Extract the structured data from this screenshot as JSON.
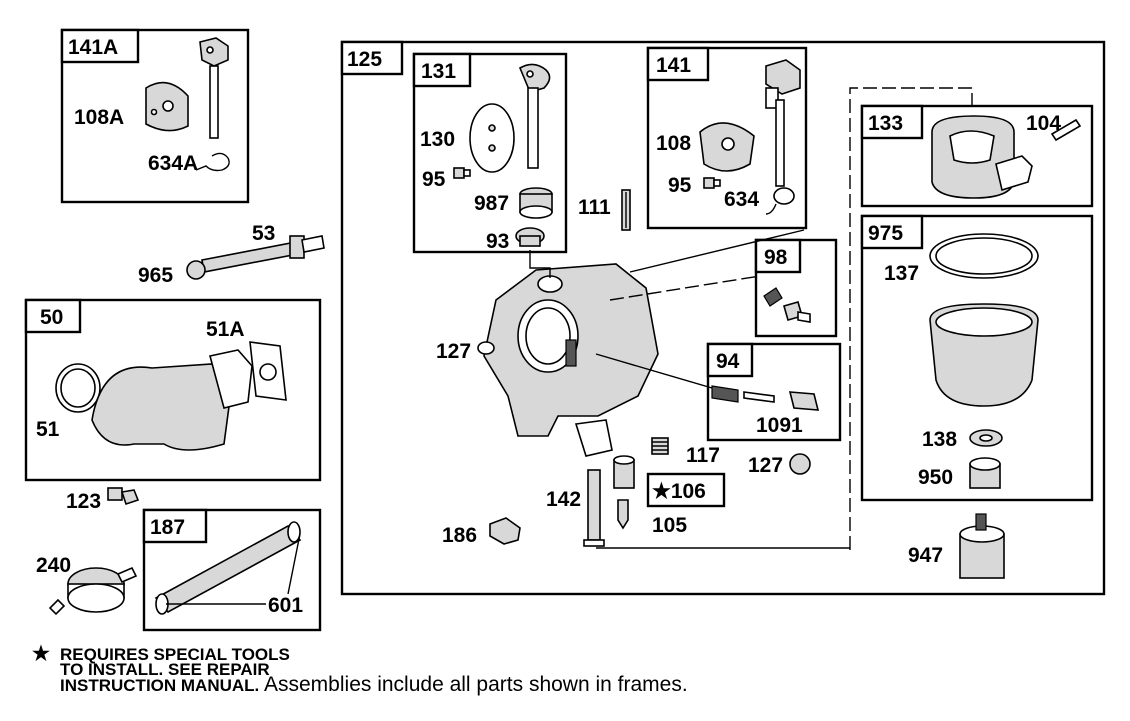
{
  "frames": {
    "f141A": "141A",
    "f125": "125",
    "f131": "131",
    "f141": "141",
    "f133": "133",
    "f975": "975",
    "f98": "98",
    "f94": "94",
    "f50": "50",
    "f187": "187",
    "f106": "★106"
  },
  "parts": {
    "p108A": "108A",
    "p634A": "634A",
    "p53": "53",
    "p965": "965",
    "p51A": "51A",
    "p51": "51",
    "p123": "123",
    "p240": "240",
    "p601": "601",
    "p130": "130",
    "p95a": "95",
    "p987": "987",
    "p93": "93",
    "p111": "111",
    "p108": "108",
    "p95b": "95",
    "p634": "634",
    "p104": "104",
    "p137": "137",
    "p127a": "127",
    "p1091": "1091",
    "p117": "117",
    "p127b": "127",
    "p142": "142",
    "p105": "105",
    "p186": "186",
    "p138": "138",
    "p950": "950",
    "p947": "947"
  },
  "footnote": {
    "star": "★",
    "line1": "REQUIRES SPECIAL TOOLS",
    "line2": "TO INSTALL.  SEE REPAIR",
    "line3": "INSTRUCTION MANUAL.",
    "assemblies": "Assemblies include all parts shown in frames."
  }
}
